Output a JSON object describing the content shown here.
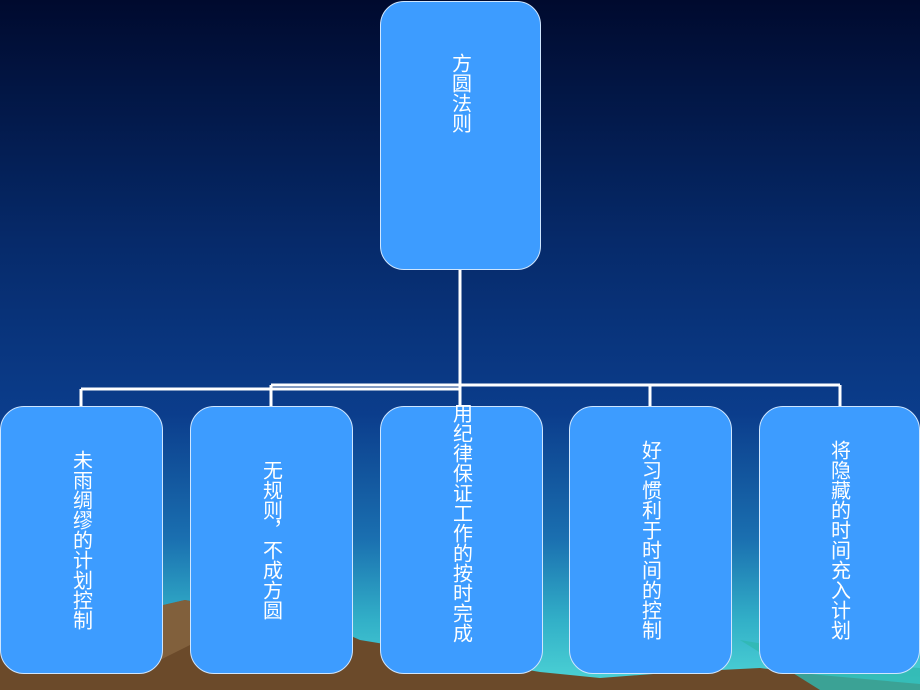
{
  "diagram": {
    "root": {
      "label": "方圆法则"
    },
    "children": [
      {
        "label": "未雨绸缪的计划控制"
      },
      {
        "label": "无规则，不成方圆"
      },
      {
        "label": "用纪律保证工作的按时完成"
      },
      {
        "label": "好习惯利于时间的控制"
      },
      {
        "label": "将隐藏的时间充入计划"
      }
    ]
  },
  "colors": {
    "background_top": "#000830",
    "background_bottom": "#1a78b8",
    "node_fill": "#3d9cff",
    "node_border": "#cfe6ff",
    "connector": "#ffffff"
  }
}
